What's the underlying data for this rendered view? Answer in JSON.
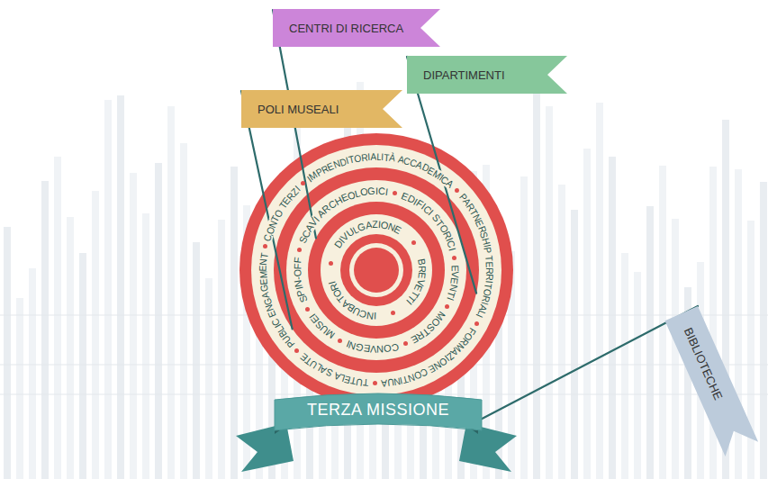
{
  "diagram": {
    "nodes": [
      {
        "text": [
          "CENTRI DI RICERCA"
        ]
      },
      {
        "text": [
          "DIPARTIMENTI"
        ]
      },
      {
        "text": [
          "POLI MUSEALI"
        ]
      },
      {
        "text": [
          "IMPRENDITORIALITÀ ACCADEMICA",
          "PARTNERSHIP TERRITORIALI",
          "FORMAZIONE CONTINUA",
          "TUTELA SALUTE",
          "PUBLIC ENGAGEMENT",
          "CONTO TERZI"
        ]
      },
      {
        "text": [
          "SCAVI ARCHEOLOGICI",
          "EDIFICI STORICI",
          "EVENTI",
          "MOSTRE",
          "CONVEGNI",
          "MUSEI",
          "SPIN-OFF"
        ],
        "in": 3
      },
      {
        "text": [
          "DIVULGAZIONE",
          "BREVETTI",
          "INCUBATORI"
        ],
        "in": 4
      },
      {
        "text": [
          "TERZA MISSIONE"
        ]
      },
      {
        "text": [
          "BIBLIOTECHE"
        ]
      }
    ],
    "edges": [
      {
        "from": 0,
        "to": 5,
        "arrow": "none"
      },
      {
        "from": 1,
        "to": 4,
        "arrow": "none"
      },
      {
        "from": 2,
        "to": 4,
        "arrow": "none"
      },
      {
        "from": 7,
        "to": 6,
        "arrow": "none"
      }
    ]
  }
}
